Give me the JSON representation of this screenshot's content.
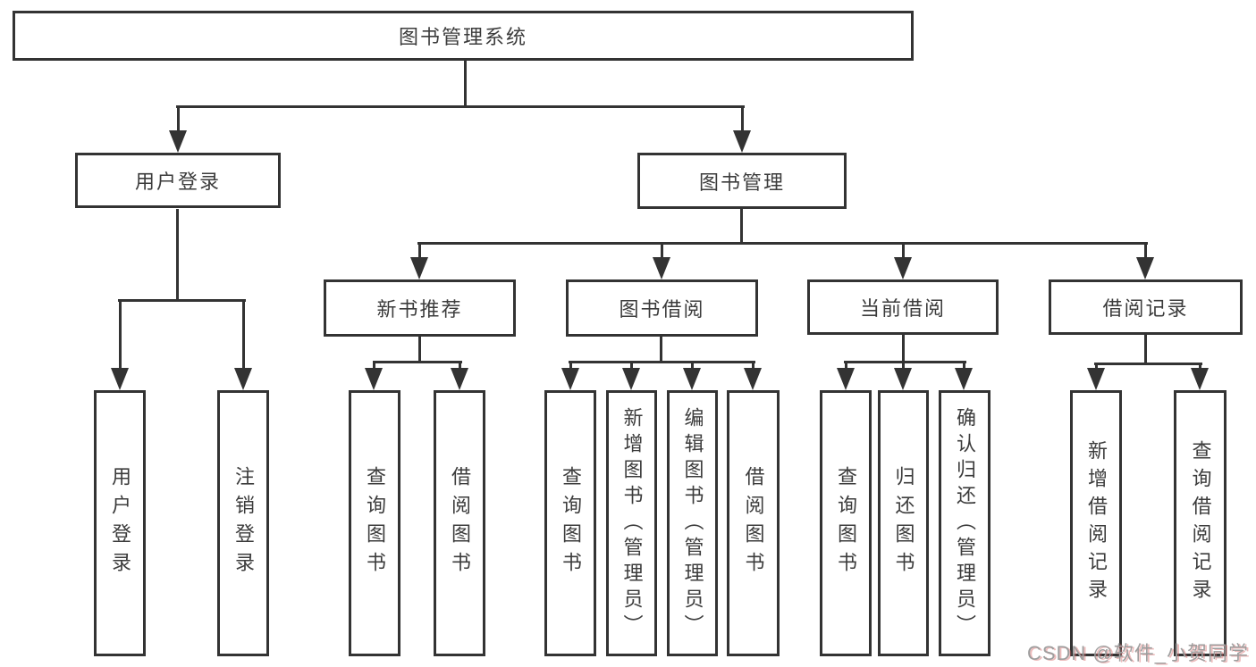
{
  "tree": {
    "root": {
      "label": "图书管理系统"
    },
    "branches": [
      {
        "label": "用户登录",
        "leaves": [
          {
            "label": "用户登录"
          },
          {
            "label": "注销登录"
          }
        ]
      },
      {
        "label": "图书管理",
        "children": [
          {
            "label": "新书推荐",
            "leaves": [
              {
                "label": "查询图书"
              },
              {
                "label": "借阅图书"
              }
            ]
          },
          {
            "label": "图书借阅",
            "leaves": [
              {
                "label": "查询图书"
              },
              {
                "label": "新增图书（管理员）"
              },
              {
                "label": "编辑图书（管理员）"
              },
              {
                "label": "借阅图书"
              }
            ]
          },
          {
            "label": "当前借阅",
            "leaves": [
              {
                "label": "查询图书"
              },
              {
                "label": "归还图书"
              },
              {
                "label": "确认归还（管理员）"
              }
            ]
          },
          {
            "label": "借阅记录",
            "leaves": [
              {
                "label": "新增借阅记录"
              },
              {
                "label": "查询借阅记录"
              }
            ]
          }
        ]
      }
    ]
  },
  "watermark": {
    "text": "CSDN @软件_小贺同学"
  },
  "colors": {
    "ink": "#333333",
    "background": "#ffffff",
    "watermark": "#9e9e9e"
  }
}
